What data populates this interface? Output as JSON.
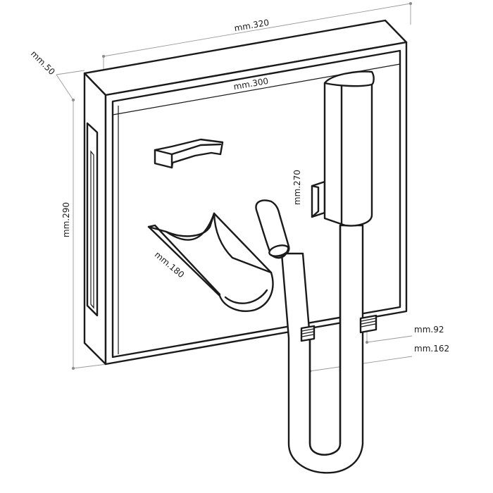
{
  "dimensions": {
    "d320": "mm.320",
    "d50": "mm.50",
    "d300": "mm.300",
    "d290": "mm.290",
    "d270": "mm.270",
    "d180": "mm.180",
    "d92": "mm.92",
    "d162": "mm.162"
  },
  "colors": {
    "line": "#1a1a1a",
    "dimension": "#9a9a9a",
    "background": "#ffffff"
  }
}
